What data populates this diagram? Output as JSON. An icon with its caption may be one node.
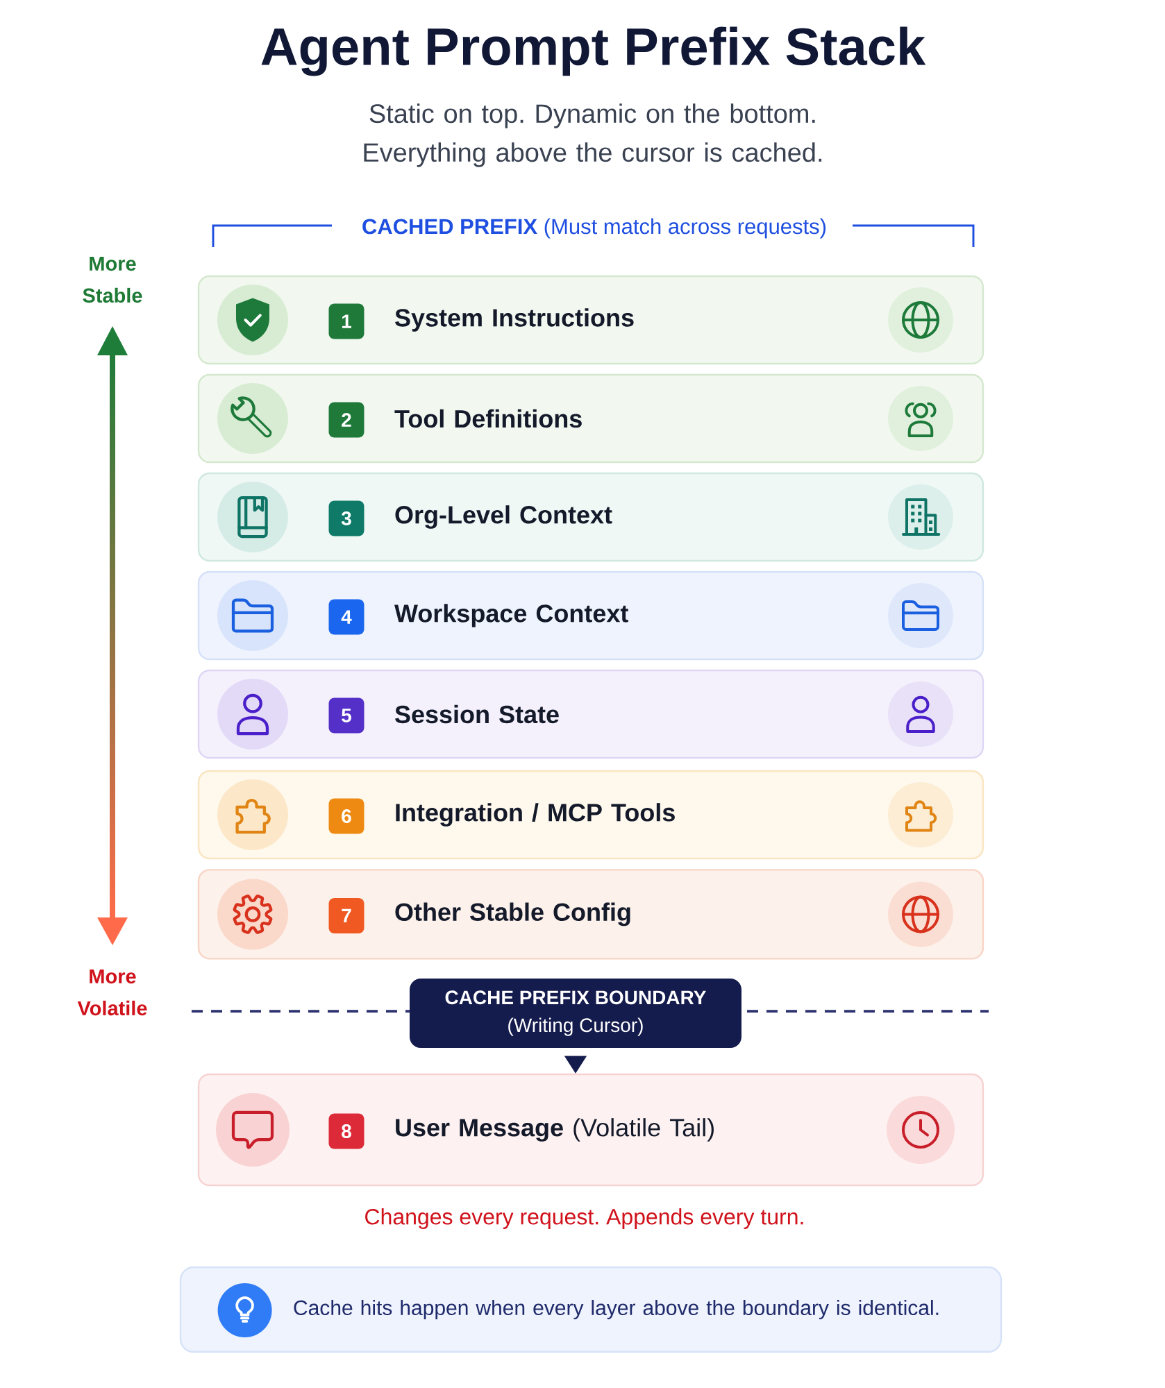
{
  "diagram": {
    "title": "Agent Prompt Prefix Stack",
    "nodes": [
      {
        "text": [
          "System Instructions"
        ]
      },
      {
        "text": [
          "1"
        ],
        "in": 0
      },
      {
        "text": [
          "Tool Definitions"
        ]
      },
      {
        "text": [
          "2"
        ],
        "in": 2
      },
      {
        "text": [
          "Org-Level Context"
        ]
      },
      {
        "text": [
          "3"
        ],
        "in": 4
      },
      {
        "text": [
          "Workspace Context"
        ]
      },
      {
        "text": [
          "4"
        ],
        "in": 6
      },
      {
        "text": [
          "Session State"
        ]
      },
      {
        "text": [
          "5"
        ],
        "in": 8
      },
      {
        "text": [
          "Integration / MCP Tools"
        ]
      },
      {
        "text": [
          "6"
        ],
        "in": 10
      },
      {
        "text": [
          "Other Stable Config"
        ]
      },
      {
        "text": [
          "7"
        ],
        "in": 12
      },
      {
        "text": [
          "CACHE PREFIX BOUNDARY",
          "(Writing Cursor)"
        ]
      },
      {
        "text": [
          "**User Message** (Volatile Tail)"
        ]
      },
      {
        "text": [
          "8"
        ],
        "in": 15
      },
      {
        "text": [
          "Cache hits happen when every layer above the boundary is identical."
        ]
      }
    ],
    "edges": [
      {
        "from": 14,
        "to": 15,
        "arrow": "to"
      }
    ],
    "labels": [
      "Static on top. Dynamic on the bottom. Everything above the cursor is cached.",
      "**CACHED PREFIX** (Must match across requests)",
      "More Stable",
      "More Volatile",
      "Changes every request. Appends every turn."
    ]
  }
}
